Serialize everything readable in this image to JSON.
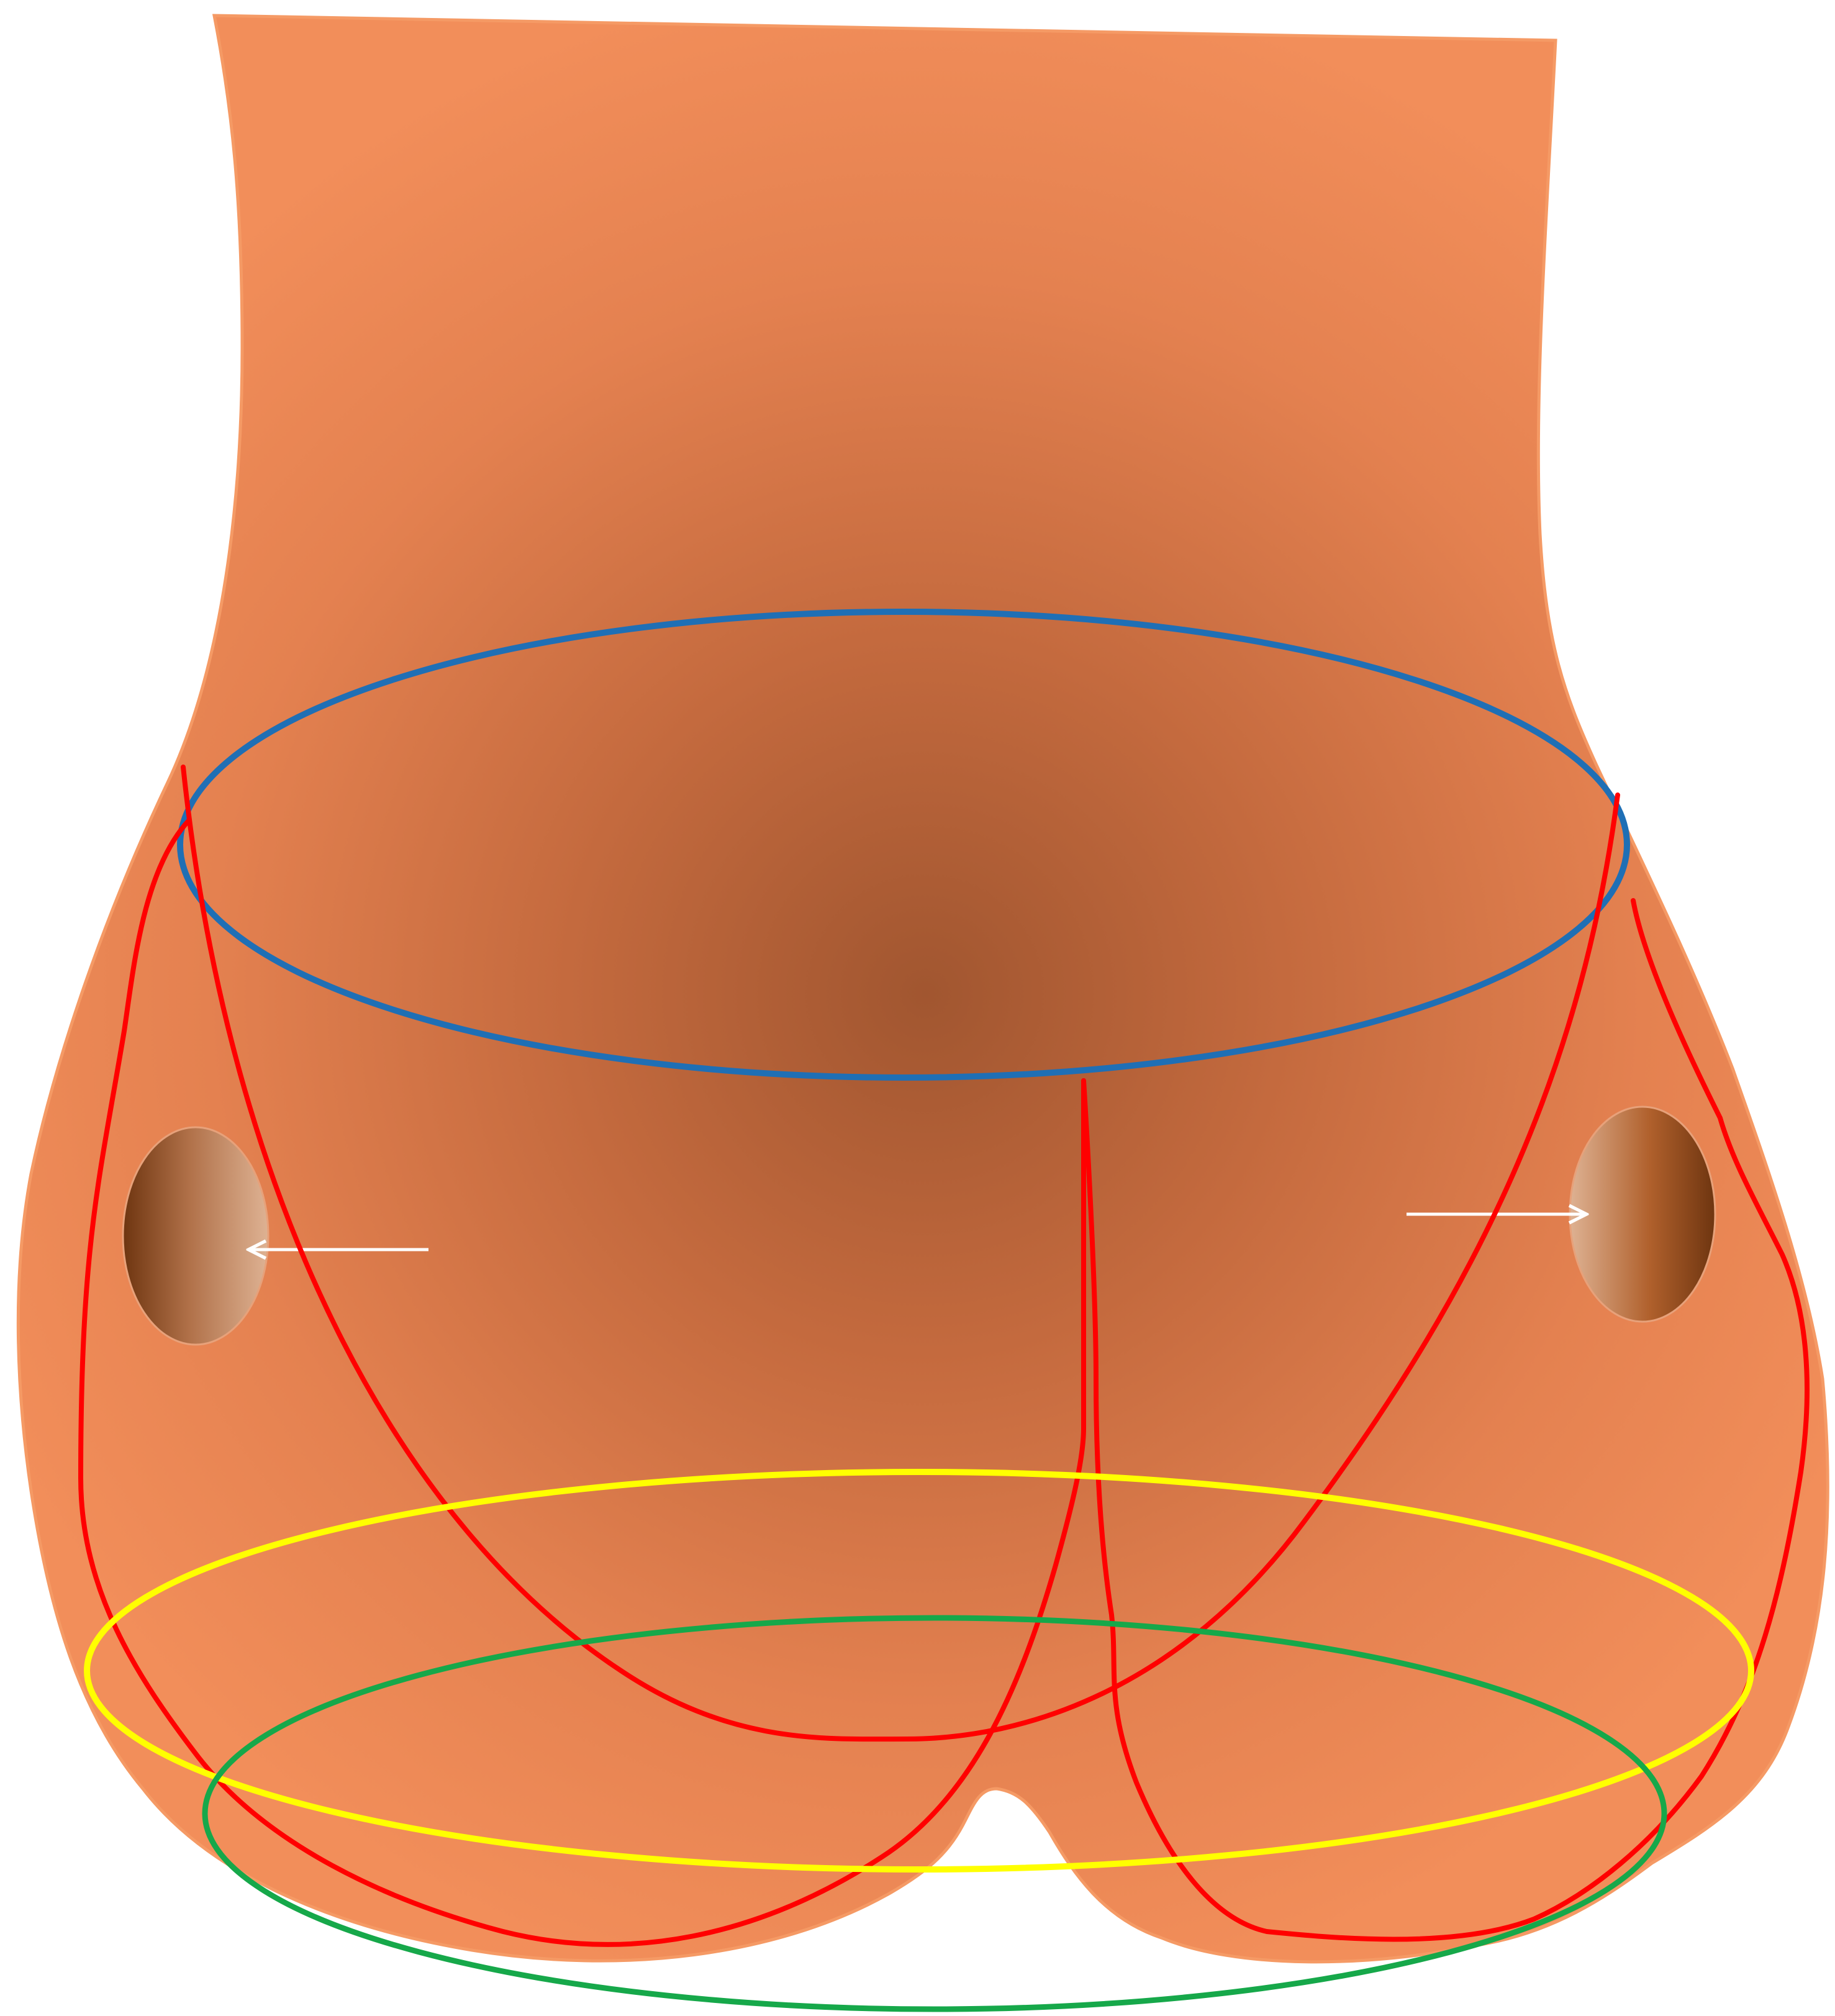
{
  "diagram": {
    "type": "anatomical-outline",
    "view": "posterior",
    "labels": [],
    "colors": {
      "background": "#ffffff",
      "body_fill_light": "#f28e5a",
      "body_fill_dark": "#a15630",
      "body_outline": "#f59a65",
      "nerve_lines": "#ff0000",
      "upper_ring": "#1f6fb5",
      "middle_ring": "#ffff00",
      "lower_ring": "#16a84a",
      "arrows": "#ffffff",
      "landmark_light": "#deb293",
      "landmark_dark": "#6e3510"
    },
    "components": {
      "rings": [
        "upper-ring",
        "middle-ring",
        "lower-ring"
      ],
      "landmarks": [
        "left-landmark",
        "right-landmark"
      ],
      "arrows": [
        "left-arrow",
        "right-arrow"
      ],
      "nerve_paths": [
        "left-outer-curve",
        "right-outer-curve",
        "central-u-curve",
        "midline-left-branch",
        "midline-right-branch"
      ]
    }
  }
}
